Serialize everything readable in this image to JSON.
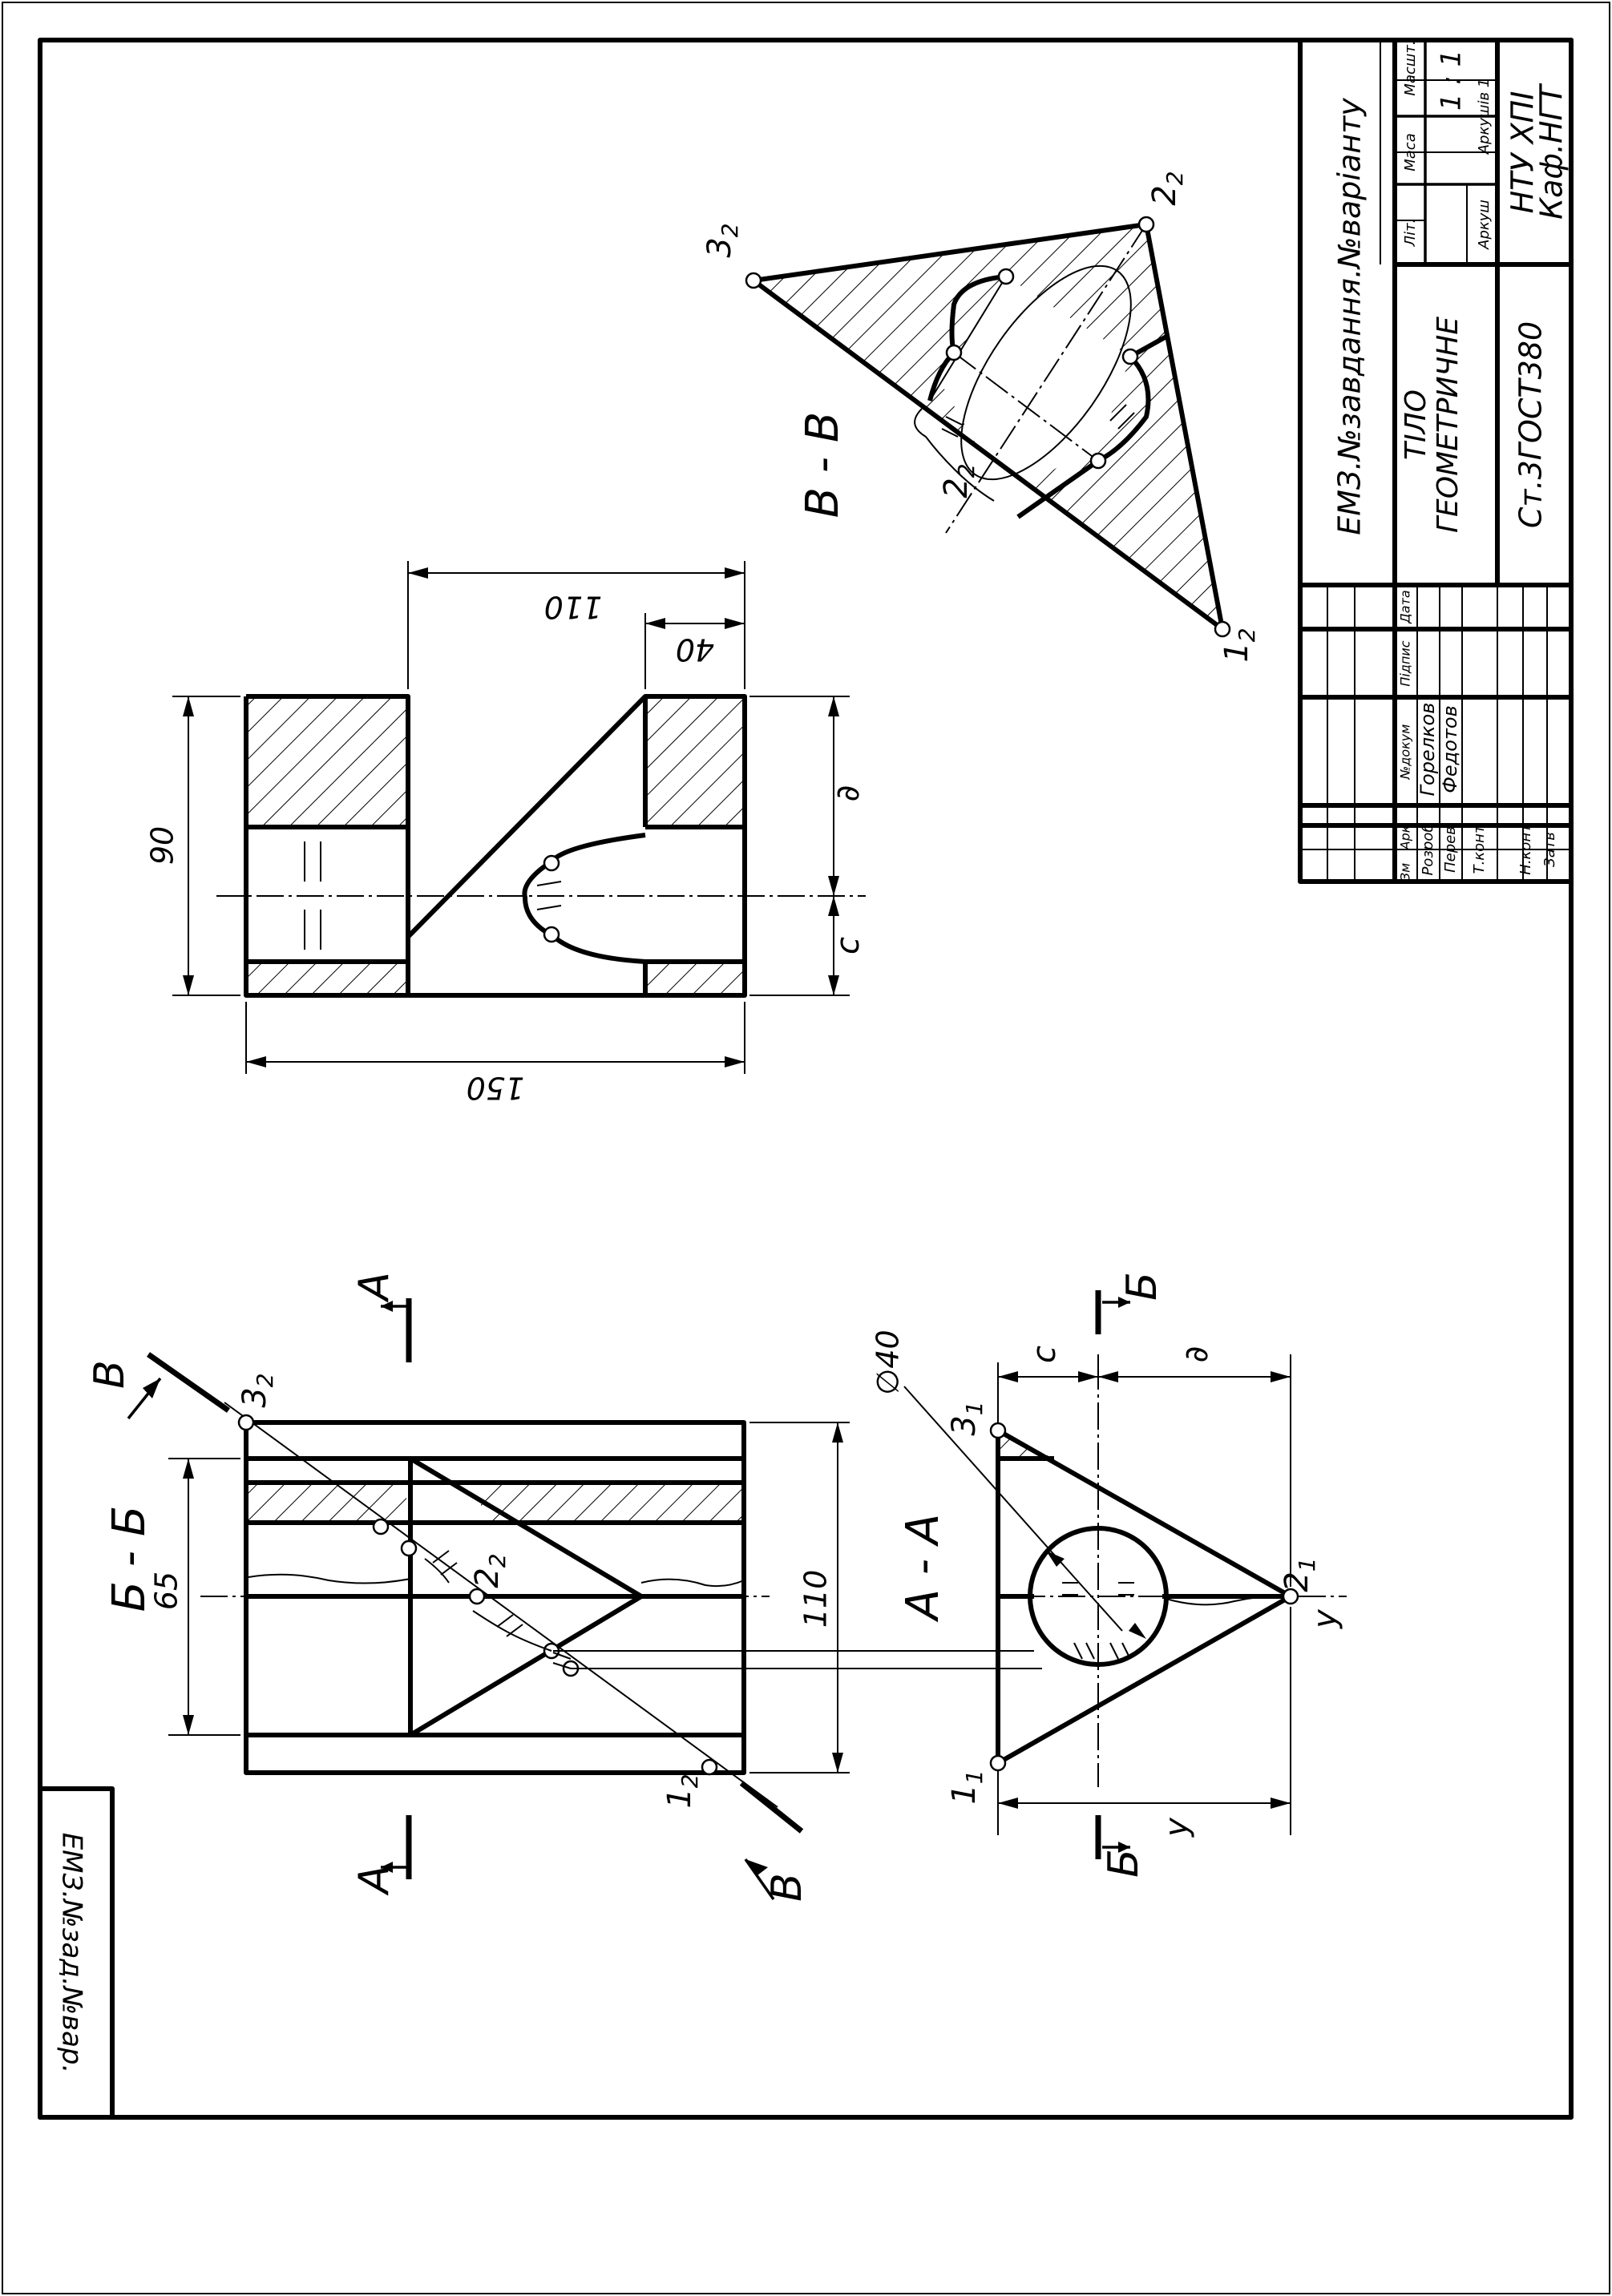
{
  "stamp": {
    "code": "ЕМЗ.№зад.№вар."
  },
  "title_block": {
    "title_top": "ЕМЗ.№завдання.№варіанту",
    "name_line1": "ТІЛО",
    "name_line2": "ГЕОМЕТРИЧНЕ",
    "material": "Ст.3ГОСТ380",
    "org_line1": "НТУ ХПІ",
    "org_line2": "Каф.НГТ",
    "lit_label": "Літ.",
    "mass_label": "Маса",
    "scale_label": "Масшт.",
    "scale_value": "1 : 1",
    "sheet_label": "Аркуш",
    "sheets_label": "Аркушів 1",
    "col_zm": "Зм",
    "col_ark": "Арк",
    "col_doc": "№докум",
    "col_sign": "Підпис",
    "col_date": "Дата",
    "row_razrob": "Розроб",
    "row_perev": "Перев",
    "row_tkont": "Т.конт",
    "row_nkont": "Н.конт",
    "row_zatv": "Затв",
    "name_razrob": "Горелков",
    "name_perev": "Федотов"
  },
  "section_labels": {
    "bb": "Б - Б",
    "aa": "А - А",
    "vv": "В - В",
    "a_mark_top": "А",
    "a_mark_bottom": "А",
    "b_mark_top": "Б",
    "b_mark_bottom": "Б",
    "v_mark_top": "В",
    "v_mark_bottom": "В"
  },
  "dimensions": {
    "d150": "150",
    "d110_top": "110",
    "d40": "40",
    "d90": "90",
    "d65": "65",
    "d110_side": "110",
    "d40_dia": "∅40",
    "d_alpha": "∂",
    "d_beta": "∂",
    "d_c1": "c",
    "d_c2": "c",
    "d_y1": "y",
    "d_y2": "y"
  },
  "point_labels": {
    "p32a": "3",
    "p32a_sub": "2",
    "p22a": "2",
    "p22a_sub": "2",
    "p12a": "1",
    "p12a_sub": "2",
    "p31": "3",
    "p31_sub": "1",
    "p21": "2",
    "p21_sub": "1",
    "p11": "1",
    "p11_sub": "1",
    "p32b": "3",
    "p32b_sub": "2",
    "p22b": "2",
    "p22b_sub": "2",
    "p12b": "1",
    "p12b_sub": "2",
    "p22c": "2",
    "p22c_sub": "2"
  }
}
